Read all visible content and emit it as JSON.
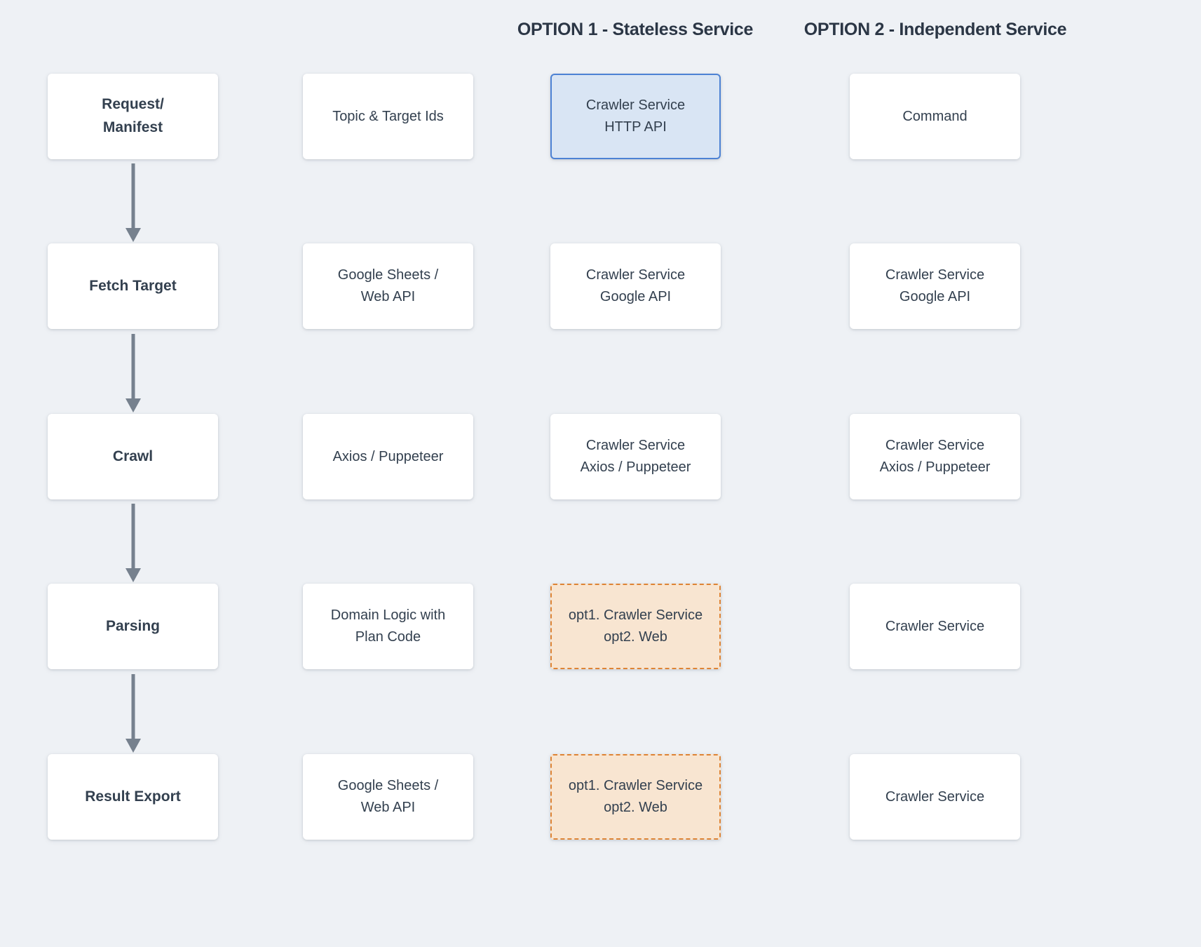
{
  "colors": {
    "background": "#eef1f5",
    "box_background": "#ffffff",
    "text": "#33404f",
    "header_text": "#2b3645",
    "arrow": "#76818e",
    "blue_fill": "#d9e5f4",
    "blue_border": "#4d82d4",
    "orange_fill": "#f8e5d1",
    "orange_border": "#de8435"
  },
  "headers": {
    "option1": "OPTION 1 - Stateless Service",
    "option2": "OPTION 2 - Independent Service"
  },
  "rows": [
    {
      "step": "Request/\nManifest",
      "impl": "Topic & Target Ids",
      "opt1": "Crawler Service\nHTTP API",
      "opt2": "Command"
    },
    {
      "step": "Fetch Target",
      "impl": "Google Sheets /\nWeb API",
      "opt1": "Crawler Service\nGoogle API",
      "opt2": "Crawler Service\nGoogle API"
    },
    {
      "step": "Crawl",
      "impl": "Axios / Puppeteer",
      "opt1": "Crawler Service\nAxios / Puppeteer",
      "opt2": "Crawler Service\nAxios / Puppeteer"
    },
    {
      "step": "Parsing",
      "impl": "Domain Logic with\nPlan Code",
      "opt1": "opt1. Crawler Service\nopt2. Web",
      "opt2": "Crawler Service"
    },
    {
      "step": "Result Export",
      "impl": "Google Sheets /\nWeb API",
      "opt1": "opt1. Crawler Service\nopt2. Web",
      "opt2": "Crawler Service"
    }
  ]
}
